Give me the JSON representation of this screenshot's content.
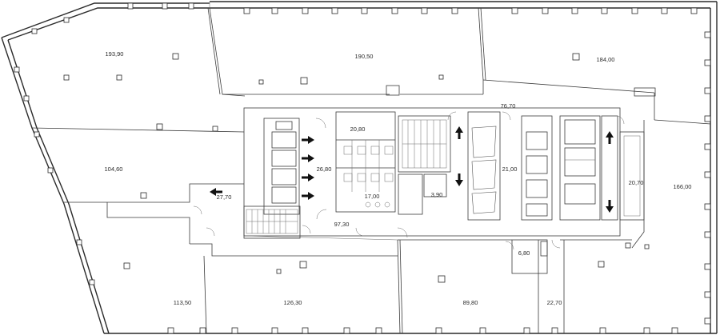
{
  "plan": {
    "areas": [
      {
        "id": "office-nw",
        "label": "193,90"
      },
      {
        "id": "office-n-center",
        "label": "190,50"
      },
      {
        "id": "office-ne",
        "label": "184,00"
      },
      {
        "id": "office-w",
        "label": "104,60"
      },
      {
        "id": "office-e",
        "label": "166,00"
      },
      {
        "id": "office-sw",
        "label": "113,50"
      },
      {
        "id": "office-s-1",
        "label": "126,30"
      },
      {
        "id": "office-s-2",
        "label": "89,80"
      },
      {
        "id": "office-s-3",
        "label": "22,70"
      },
      {
        "id": "corridor-north",
        "label": "76,70"
      },
      {
        "id": "lobby-west",
        "label": "27,70"
      },
      {
        "id": "elevator-hall",
        "label": "26,80"
      },
      {
        "id": "wc-upper",
        "label": "20,80"
      },
      {
        "id": "wc-lower",
        "label": "17,00"
      },
      {
        "id": "service",
        "label": "3,90"
      },
      {
        "id": "lift-core",
        "label": "21,00"
      },
      {
        "id": "east-stair",
        "label": "20,70"
      },
      {
        "id": "corridor-south",
        "label": "97,30"
      },
      {
        "id": "small-room",
        "label": "6,80"
      }
    ],
    "arrows": [
      {
        "id": "arrow-lobby",
        "direction": "left"
      },
      {
        "id": "arrow-lift-1",
        "direction": "right"
      },
      {
        "id": "arrow-lift-2",
        "direction": "right"
      },
      {
        "id": "arrow-lift-3",
        "direction": "right"
      },
      {
        "id": "arrow-lift-4",
        "direction": "right"
      },
      {
        "id": "arrow-core-up",
        "direction": "up"
      },
      {
        "id": "arrow-core-down",
        "direction": "down"
      },
      {
        "id": "arrow-east-up",
        "direction": "up"
      },
      {
        "id": "arrow-east-down",
        "direction": "down"
      }
    ]
  }
}
